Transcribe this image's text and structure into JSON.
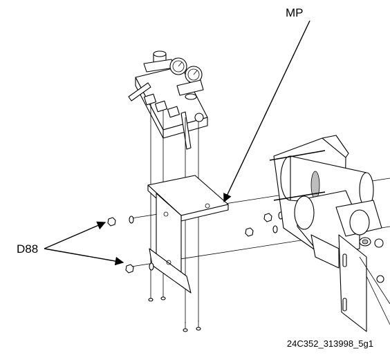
{
  "callouts": {
    "mp": "MP",
    "d88": "D88"
  },
  "caption": "24C352_313998_5g1",
  "colors": {
    "line": "#000000",
    "background": "#ffffff",
    "shade": "#bdbdbd"
  }
}
